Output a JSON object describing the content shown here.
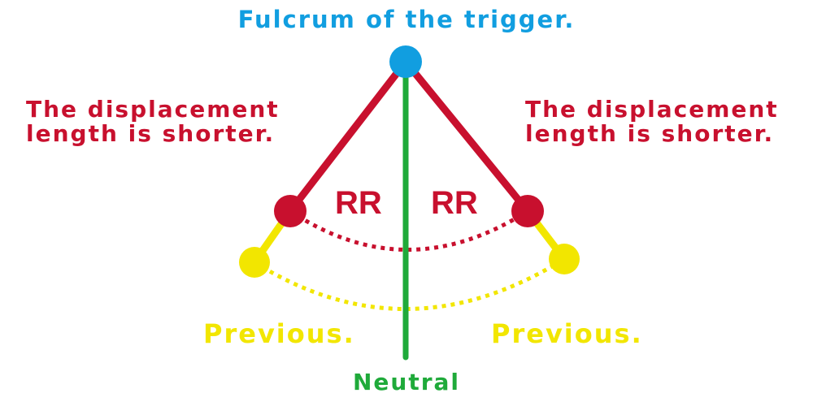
{
  "labels": {
    "fulcrum": "Fulcrum of the trigger.",
    "displacement_left": [
      "The displacement",
      "length is shorter."
    ],
    "displacement_right": [
      "The displacement",
      "length is shorter."
    ],
    "rr_left": "RR",
    "rr_right": "RR",
    "previous_left": "Previous.",
    "previous_right": "Previous.",
    "neutral": "Neutral"
  },
  "colors": {
    "fulcrum_blue": "#119ee0",
    "rr_red": "#c8102e",
    "previous_yellow": "#f2e600",
    "neutral_green": "#1faa3a"
  }
}
